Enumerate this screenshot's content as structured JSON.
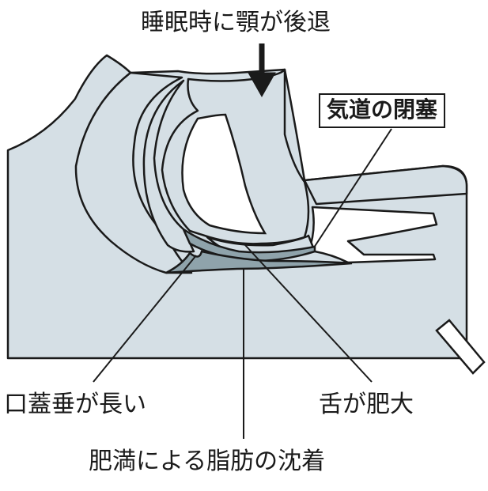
{
  "labels": {
    "top": "睡眠時に顎が後退",
    "airway": "気道の閉塞",
    "uvula": "口蓋垂が長い",
    "tongue": "舌が肥大",
    "fat": "肥満による脂肪の沈着"
  },
  "colors": {
    "tissue": "#d5dfe5",
    "highlight": "#8fa3ab",
    "outline": "#1a1a1a",
    "background": "#ffffff"
  }
}
